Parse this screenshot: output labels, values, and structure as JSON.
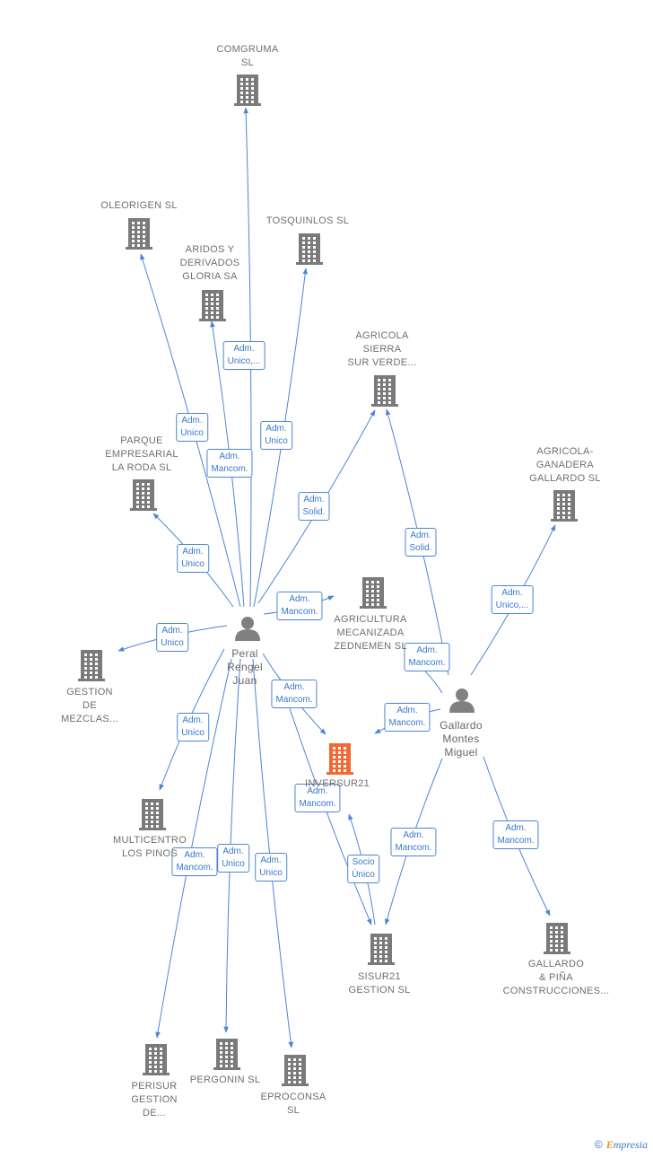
{
  "colors": {
    "edge": "#4a86d6",
    "building": "#7a7a7a",
    "highlight": "#f26a33",
    "person": "#808080"
  },
  "people": [
    {
      "id": "peral",
      "lines": [
        "Peral",
        "Rengel",
        "Juan"
      ]
    },
    {
      "id": "gallardo",
      "lines": [
        "Gallardo",
        "Montes",
        "Miguel"
      ]
    }
  ],
  "companies": [
    {
      "id": "comgruma",
      "lines": [
        "COMGRUMA",
        "SL"
      ]
    },
    {
      "id": "oleorigen",
      "lines": [
        "OLEORIGEN SL"
      ]
    },
    {
      "id": "tosquinlos",
      "lines": [
        "TOSQUINLOS SL"
      ]
    },
    {
      "id": "aridos",
      "lines": [
        "ARIDOS Y",
        "DERIVADOS",
        "GLORIA SA"
      ]
    },
    {
      "id": "agricola_sierra",
      "lines": [
        "AGRICOLA",
        "SIERRA",
        "SUR VERDE..."
      ]
    },
    {
      "id": "agricola_ganadera",
      "lines": [
        "AGRICOLA-",
        "GANADERA",
        "GALLARDO SL"
      ]
    },
    {
      "id": "parque",
      "lines": [
        "PARQUE",
        "EMPRESARIAL",
        "LA RODA  SL"
      ]
    },
    {
      "id": "agricultura",
      "lines": [
        "AGRICULTURA",
        "MECANIZADA",
        "ZEDNEMEN  SL"
      ]
    },
    {
      "id": "gestion_mezclas",
      "lines": [
        "GESTION",
        "DE",
        "MEZCLAS..."
      ]
    },
    {
      "id": "inversur21",
      "lines": [
        "INVERSUR21"
      ],
      "highlight": true
    },
    {
      "id": "multicentro",
      "lines": [
        "MULTICENTRO",
        "LOS PINOS"
      ]
    },
    {
      "id": "sisur21",
      "lines": [
        "SISUR21",
        "GESTION  SL"
      ]
    },
    {
      "id": "gallardo_pina",
      "lines": [
        "GALLARDO",
        "& PIÑA",
        "CONSTRUCCIONES..."
      ]
    },
    {
      "id": "perisur",
      "lines": [
        "PERISUR",
        "GESTION",
        "DE..."
      ]
    },
    {
      "id": "pergonin",
      "lines": [
        "PERGONIN  SL"
      ]
    },
    {
      "id": "eproconsa",
      "lines": [
        "EPROCONSA",
        "SL"
      ]
    }
  ],
  "relations": [
    {
      "id": "r1",
      "from": "peral",
      "to": "comgruma",
      "lines": [
        "Adm.",
        "Unico,..."
      ]
    },
    {
      "id": "r2",
      "from": "peral",
      "to": "oleorigen",
      "lines": [
        "Adm.",
        "Unico"
      ]
    },
    {
      "id": "r3",
      "from": "peral",
      "to": "tosquinlos",
      "lines": [
        "Adm.",
        "Unico"
      ]
    },
    {
      "id": "r4",
      "from": "peral",
      "to": "aridos",
      "lines": [
        "Adm.",
        "Mancom."
      ]
    },
    {
      "id": "r5",
      "from": "peral",
      "to": "agricola_sierra",
      "lines": [
        "Adm.",
        "Solid."
      ]
    },
    {
      "id": "r6",
      "from": "peral",
      "to": "parque",
      "lines": [
        "Adm.",
        "Unico"
      ]
    },
    {
      "id": "r7",
      "from": "peral",
      "to": "agricultura",
      "lines": [
        "Adm.",
        "Mancom."
      ]
    },
    {
      "id": "r8",
      "from": "peral",
      "to": "gestion_mezclas",
      "lines": [
        "Adm.",
        "Unico"
      ]
    },
    {
      "id": "r9",
      "from": "peral",
      "to": "inversur21",
      "lines": [
        "Adm.",
        "Mancom."
      ]
    },
    {
      "id": "r10",
      "from": "peral",
      "to": "multicentro",
      "lines": [
        "Adm.",
        "Unico"
      ]
    },
    {
      "id": "r11",
      "from": "peral",
      "to": "sisur21",
      "lines": [
        "Adm.",
        "Mancom."
      ]
    },
    {
      "id": "r12",
      "from": "peral",
      "to": "perisur",
      "lines": [
        "Adm.",
        "Mancom."
      ]
    },
    {
      "id": "r13",
      "from": "peral",
      "to": "pergonin",
      "lines": [
        "Adm.",
        "Unico"
      ]
    },
    {
      "id": "r14",
      "from": "peral",
      "to": "eproconsa",
      "lines": [
        "Adm.",
        "Unico"
      ]
    },
    {
      "id": "r15",
      "from": "gallardo",
      "to": "agricola_sierra",
      "lines": [
        "Adm.",
        "Solid."
      ]
    },
    {
      "id": "r16",
      "from": "gallardo",
      "to": "agricola_ganadera",
      "lines": [
        "Adm.",
        "Unico,..."
      ]
    },
    {
      "id": "r17",
      "from": "gallardo",
      "to": "agricultura",
      "lines": [
        "Adm.",
        "Mancom."
      ]
    },
    {
      "id": "r18",
      "from": "gallardo",
      "to": "inversur21",
      "lines": [
        "Adm.",
        "Mancom."
      ]
    },
    {
      "id": "r19",
      "from": "gallardo",
      "to": "sisur21",
      "lines": [
        "Adm.",
        "Mancom."
      ]
    },
    {
      "id": "r20",
      "from": "gallardo",
      "to": "gallardo_pina",
      "lines": [
        "Adm.",
        "Mancom."
      ]
    },
    {
      "id": "r21",
      "from": "sisur21",
      "to": "inversur21",
      "lines": [
        "Socio",
        "Único"
      ]
    }
  ],
  "footer": {
    "copyright": "©",
    "brand_initial": "E",
    "brand_rest": "mpresia"
  }
}
